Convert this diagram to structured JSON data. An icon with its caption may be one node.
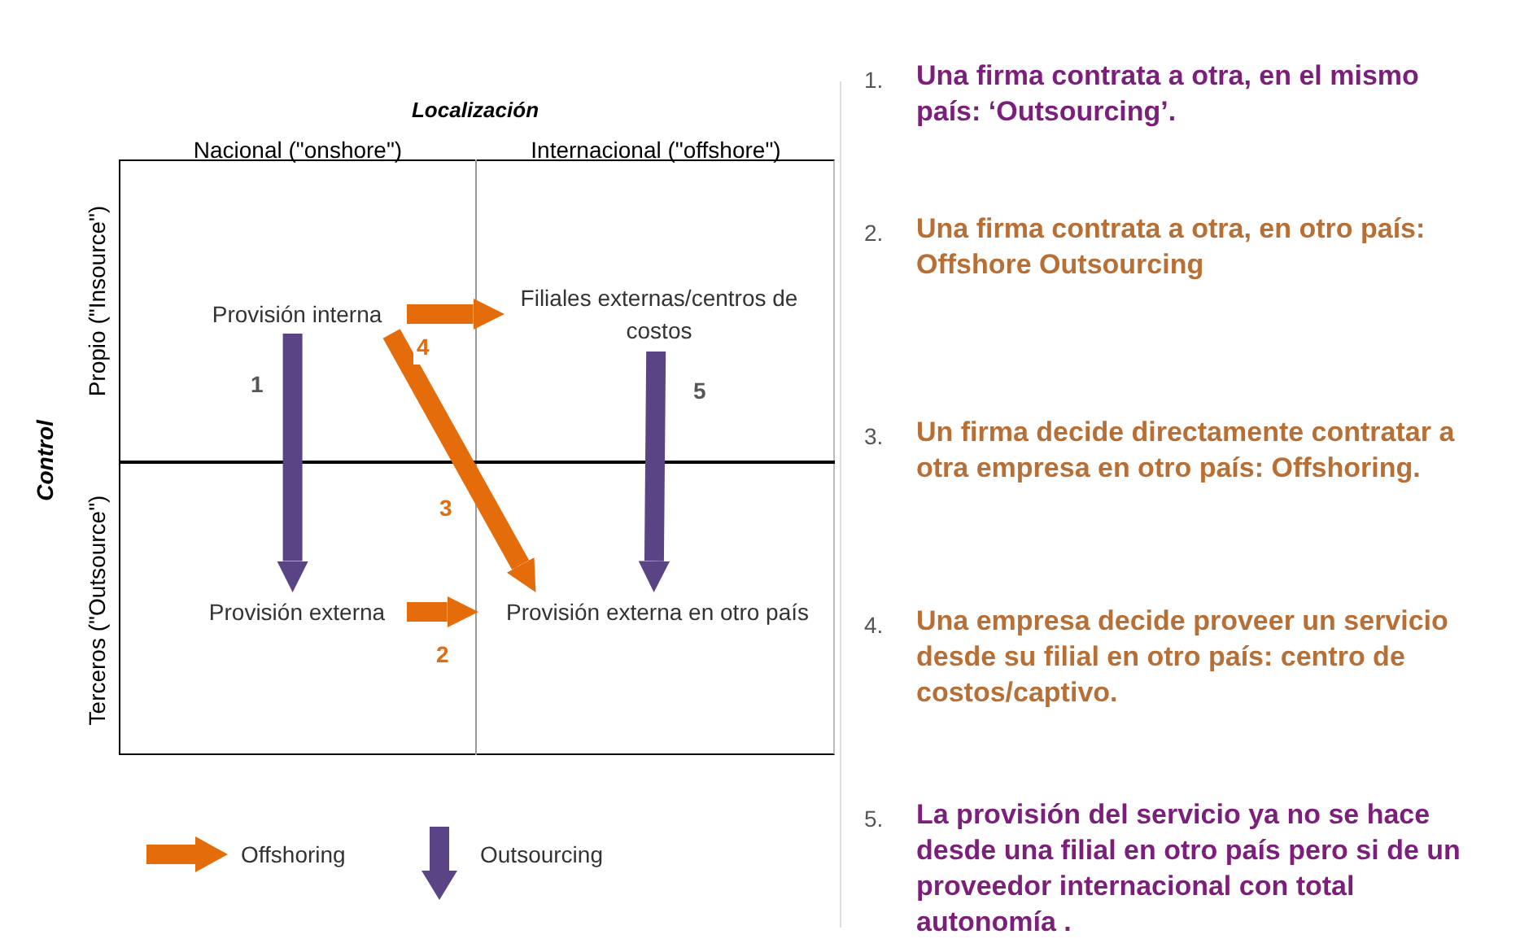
{
  "diagram": {
    "nodes": [
      {
        "text": [
          "Provisión interna"
        ]
      },
      {
        "text": [
          "Filiales externas/centros de costos"
        ]
      },
      {
        "text": [
          "Provisión externa"
        ]
      },
      {
        "text": [
          "Provisión externa en otro país"
        ]
      }
    ],
    "edges": [
      {
        "from": 0,
        "to": 2,
        "arrow": "to",
        "label": "1",
        "color": "#5b4485"
      },
      {
        "from": 2,
        "to": 3,
        "arrow": "to",
        "label": "2",
        "color": "#e46c0a"
      },
      {
        "from": 0,
        "to": 3,
        "arrow": "to",
        "label": "3",
        "color": "#e46c0a"
      },
      {
        "from": 0,
        "to": 1,
        "arrow": "to",
        "label": "4",
        "color": "#e46c0a"
      },
      {
        "from": 1,
        "to": 3,
        "arrow": "to",
        "label": "5",
        "color": "#5b4485"
      }
    ],
    "labels": [
      "Localización",
      "Nacional (\"onshore\")",
      "Internacional (\"offshore\")",
      "Control",
      "Propio (\"Insource\")",
      "Terceros (\"Outsource\")",
      "1.",
      "Una firma contrata a otra, en el mismo país: ‘Outsourcing’.",
      "2.",
      "Una firma contrata a otra, en otro país: Offshore Outsourcing",
      "3.",
      "Un firma decide directamente contratar a otra empresa en otro país: Offshoring.",
      "4.",
      "Una empresa decide proveer un servicio desde su filial en otro país: centro de costos/captivo.",
      "5.",
      "La provisión del servicio ya no se hace desde una filial en otro país pero si de un proveedor internacional con total autonomía ."
    ],
    "legend": [
      {
        "text": "Offshoring"
      },
      {
        "text": "Outsourcing"
      }
    ]
  }
}
